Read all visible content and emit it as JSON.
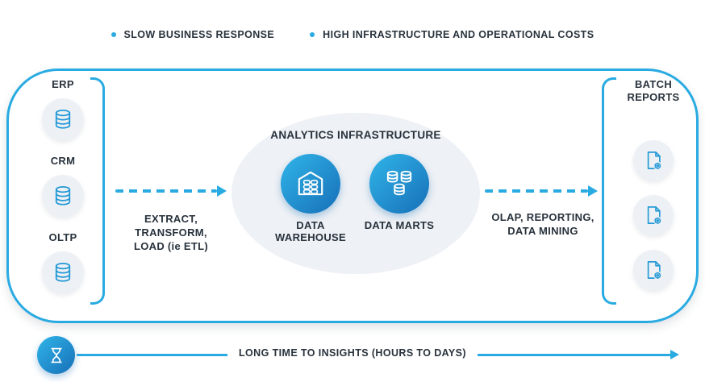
{
  "header": {
    "bullets": [
      "SLOW BUSINESS RESPONSE",
      "HIGH INFRASTRUCTURE AND OPERATIONAL COSTS"
    ]
  },
  "pipeline": {
    "sources": [
      {
        "label": "ERP",
        "icon": "database-icon"
      },
      {
        "label": "CRM",
        "icon": "database-icon"
      },
      {
        "label": "OLTP",
        "icon": "database-icon"
      }
    ],
    "etl_label": "EXTRACT, TRANSFORM, LOAD (ie ETL)",
    "analytics": {
      "title": "ANALYTICS INFRASTRUCTURE",
      "nodes": [
        {
          "label": "DATA WAREHOUSE",
          "icon": "data-warehouse-icon"
        },
        {
          "label": "DATA MARTS",
          "icon": "data-marts-icon"
        }
      ]
    },
    "olap_label": "OLAP, REPORTING, DATA MINING",
    "outputs": {
      "title": "BATCH REPORTS",
      "icons": [
        "report-icon",
        "report-icon",
        "report-icon"
      ]
    }
  },
  "footer": {
    "label": "LONG TIME TO INSIGHTS (HOURS TO DAYS)",
    "icon": "hourglass-icon"
  },
  "colors": {
    "accent": "#29ABE2",
    "text": "#28323C",
    "node_bg": "#EDF1F5",
    "icon_blue": "#2499D6",
    "gradient_start": "#30B5E8",
    "gradient_end": "#176FB8"
  }
}
